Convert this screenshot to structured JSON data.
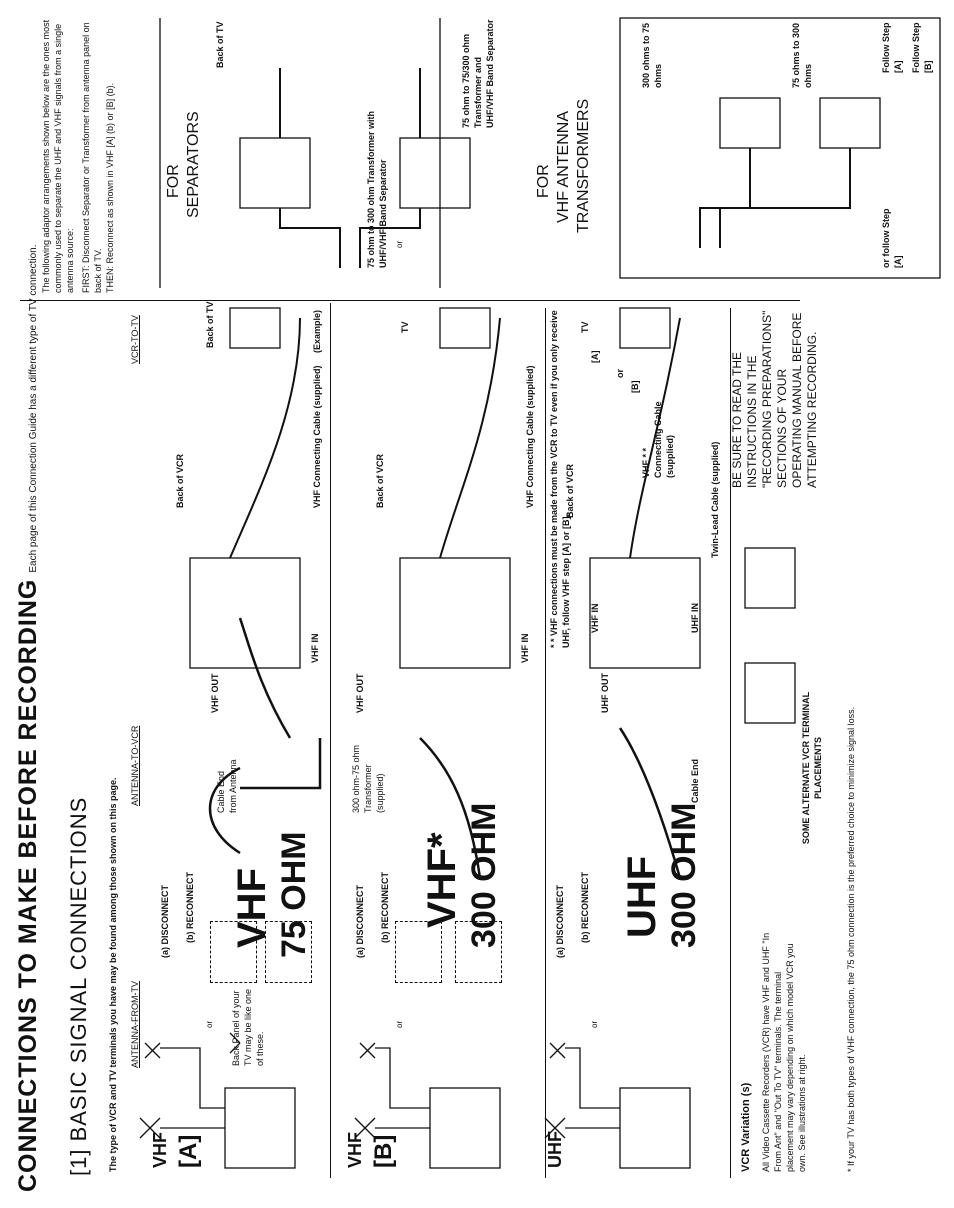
{
  "header": {
    "title": "CONNECTIONS TO MAKE BEFORE RECORDING",
    "subtitle": "Each page of this Connection Guide has a different type of TV connection."
  },
  "section": {
    "heading": "[1] BASIC SIGNAL CONNECTIONS",
    "intro": "The type of VCR and TV terminals you have may be found among those shown on this page."
  },
  "columns": {
    "antenna_from_tv": "ANTENNA-FROM-TV",
    "antenna_to_vcr": "ANTENNA-TO-VCR",
    "vcr_to_tv": "VCR-TO-TV"
  },
  "row_a": {
    "type": "VHF",
    "letter": "[A]",
    "or": "or",
    "panel_note": "Back Panel of your TV may be like one of these.",
    "disconnect": "(a) DISCONNECT",
    "reconnect": "(b) RECONNECT",
    "big_top": "VHF",
    "big_bottom": "75 OHM",
    "cable_end": "Cable End from Antenna",
    "vhf_out": "VHF OUT",
    "vhf_in": "VHF IN",
    "back_of_vcr": "Back of VCR",
    "back_of_tv": "Back of TV",
    "cable": "VHF Connecting Cable (supplied)",
    "example": "(Example)"
  },
  "row_b": {
    "type": "VHF",
    "letter": "[B]",
    "or": "or",
    "disconnect": "(a) DISCONNECT",
    "reconnect": "(b) RECONNECT",
    "big_top": "VHF*",
    "big_bottom": "300 OHM",
    "transformer": "300 ohm-75 ohm Transformer (supplied)",
    "vhf_out": "VHF OUT",
    "vhf_in": "VHF IN",
    "back_of_vcr": "Back of VCR",
    "tv": "TV",
    "cable": "VHF Connecting Cable (supplied)"
  },
  "row_uhf": {
    "type": "UHF",
    "or": "or",
    "disconnect": "(a) DISCONNECT",
    "reconnect": "(b) RECONNECT",
    "big_top": "UHF",
    "big_bottom": "300 OHM",
    "cable_end": "Cable End",
    "uhf_out": "UHF OUT",
    "vhf_in": "VHF IN",
    "uhf_in": "UHF IN",
    "back_of_vcr": "Back of VCR",
    "tv": "TV",
    "a": "[A]",
    "b": "[B]",
    "or_small": "or",
    "vhf_cable": "VHF * * Connecting Cable (supplied)",
    "twin_lead": "Twin-Lead Cable (supplied)",
    "note": "* * VHF connections must be made from the VCR to TV even if you only receive UHF, follow VHF step [A] or [B]."
  },
  "vcr_variation": {
    "heading": "VCR Variation (s)",
    "text": "All Video Cassette Recorders (VCR) have VHF and UHF \"In From Ant\" and \"Out To TV\" terminals. The terminal placement may vary depending on which model VCR you own. See illustrations at right.",
    "alt_label": "SOME ALTERNATE VCR TERMINAL PLACEMENTS"
  },
  "footnote": "* If your TV has both types of VHF connection, the 75 ohm connection is the preferred choice to minimize signal loss.",
  "be_sure": "BE SURE TO READ THE INSTRUCTIONS IN THE \"RECORDING PREPARATIONS\" SECTIONS OF YOUR OPERATING MANUAL BEFORE ATTEMPTING RECORDING.",
  "right": {
    "intro": "The following adaptor arrangements shown below are the ones most commonly used to separate the UHF and VHF signals from a single antenna source:",
    "first": "FIRST: Disconnect Separator or Transformer from antenna panel on back of TV.",
    "then": "THEN: Reconnect as shown in VHF [A] (b) or [B] (b).",
    "sep_title_1": "FOR",
    "sep_title_2": "SEPARATORS",
    "back_of_tv": "Back of TV",
    "sep1": "75 ohm to 300 ohm Transformer with UHF/VHF Band Separator",
    "sep2": "75 ohm to 75/300 ohm Transformer and UHF/VHF Band Separator",
    "or": "or",
    "trans_title_1": "FOR",
    "trans_title_2": "VHF ANTENNA",
    "trans_title_3": "TRANSFORMERS",
    "t1": "300 ohms to 75 ohms",
    "t2": "75 ohms to 300 ohms",
    "follow_a": "Follow Step [A]",
    "follow_b": "Follow Step [B]",
    "or_follow": "or follow Step [A]"
  }
}
